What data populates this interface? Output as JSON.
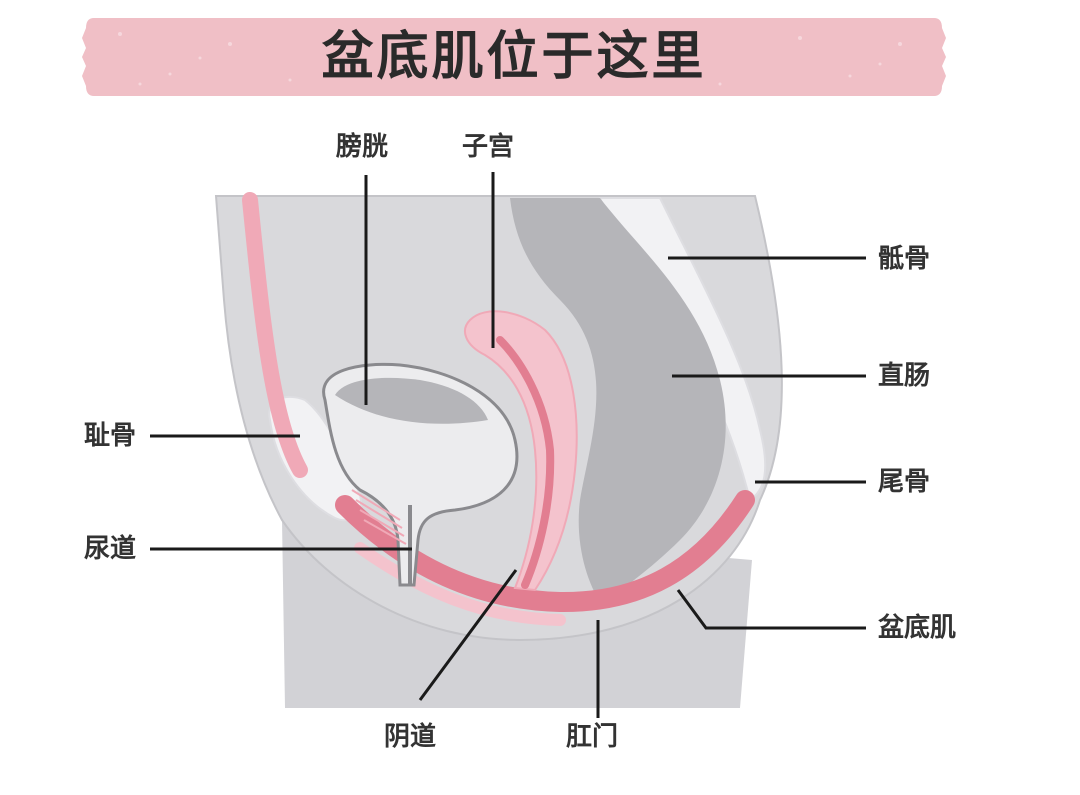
{
  "title": "盆底肌位于这里",
  "labels": {
    "bladder": "膀胱",
    "uterus": "子宫",
    "sacrum": "骶骨",
    "rectum": "直肠",
    "pubic_bone": "耻骨",
    "coccyx": "尾骨",
    "urethra": "尿道",
    "pelvic_floor": "盆底肌",
    "vagina": "阴道",
    "anus": "肛门"
  },
  "colors": {
    "banner_pink": "#f0bfc6",
    "muscle_pink": "#e27e91",
    "light_pink": "#f4c3cd",
    "body_gray": "#d9d9dc",
    "organ_gray": "#b5b5b9",
    "bone_white": "#f2f2f4",
    "line_dark": "#1a1a1a"
  }
}
